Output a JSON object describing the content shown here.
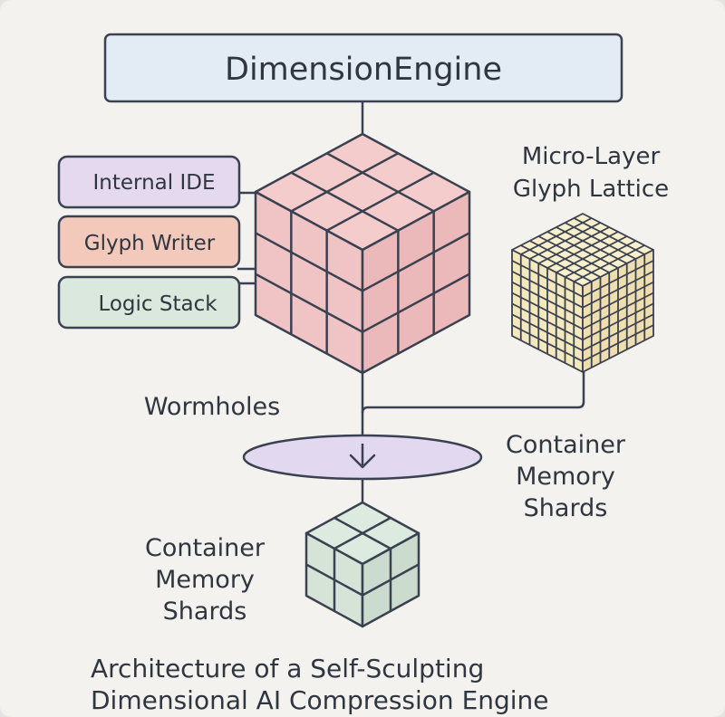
{
  "colors": {
    "background": "#f3f2ee",
    "outline": "#3a4150",
    "engine_fill": "#e3ecf5",
    "ide_fill": "#e4d9ee",
    "writer_fill": "#f2c9bb",
    "logic_fill": "#dbe8dd",
    "main_cube_top": "#f3cccb",
    "main_cube_left": "#f0c4c5",
    "main_cube_right": "#ebb9ba",
    "lattice_top": "#f8efcc",
    "lattice_left": "#f4e8be",
    "lattice_right": "#efdfb0",
    "wormhole_fill": "#e2d8ef",
    "shard_top": "#dceadf",
    "shard_left": "#d6e4d8",
    "shard_right": "#cbdccf"
  },
  "engine": {
    "label": "DimensionEngine"
  },
  "modules": [
    {
      "label": "Internal IDE"
    },
    {
      "label": "Glyph Writer"
    },
    {
      "label": "Logic Stack"
    }
  ],
  "lattice": {
    "title_line1": "Micro-Layer",
    "title_line2": "Glyph Lattice"
  },
  "wormholes": {
    "label": "Wormholes"
  },
  "shards_right": {
    "line1": "Container",
    "line2": "Memory",
    "line3": "Shards"
  },
  "shards_left": {
    "line1": "Container",
    "line2": "Memory",
    "line3": "Shards"
  },
  "caption": {
    "line1": "Architecture of a Self-Sculpting",
    "line2": "Dimensional AI Compression Engine"
  }
}
